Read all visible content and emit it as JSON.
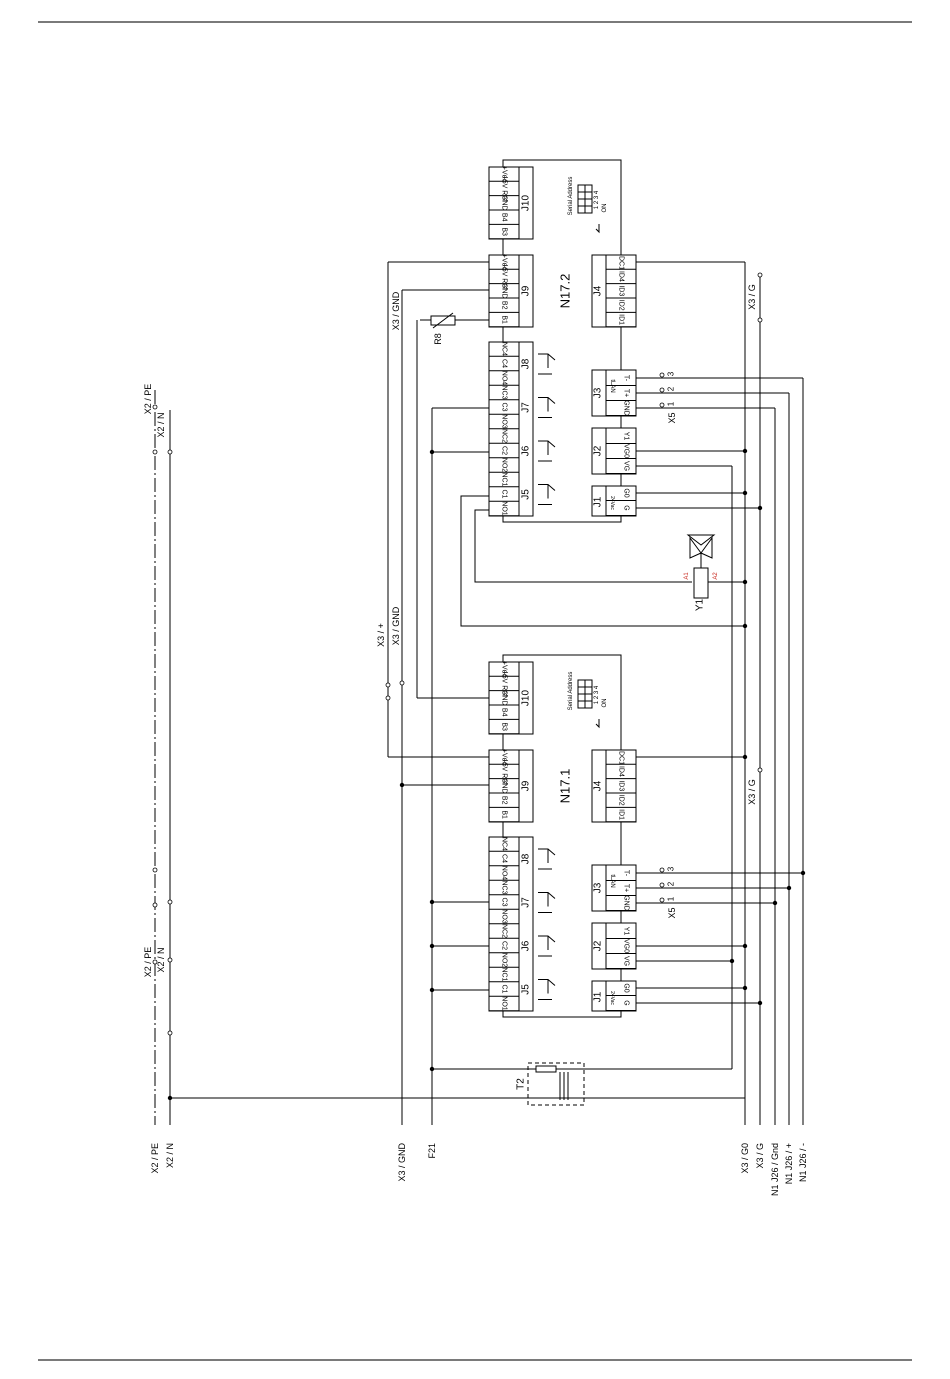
{
  "left_net_labels": [
    "X2 / PE",
    "X2 / N",
    "X3 / GND",
    "F21"
  ],
  "right_net_labels": [
    "X3 / G0",
    "X3 / G",
    "N1 J26 / Gnd",
    "N1 J26 / +",
    "N1 J26 / -"
  ],
  "net_tags": {
    "x2_pe": "X2 / PE",
    "x2_n": "X2 / N",
    "x3_gnd": "X3 / GND",
    "x3_plus": "X3 / +",
    "x3_g": "X3 / G"
  },
  "controllers": [
    {
      "name": "N17.2",
      "connectors": {
        "J10": "J10",
        "J9": "J9",
        "J8": "J8",
        "J7": "J7",
        "J6": "J6",
        "J5": "J5",
        "J4": "J4",
        "J3": "J3",
        "J2": "J2",
        "J1": "J1"
      },
      "j10_pins": [
        "+Vdc",
        "+5V Ref",
        "GND",
        "B4",
        "B3"
      ],
      "j9_pins": [
        "+Vdc",
        "+5V Ref",
        "GND",
        "B2",
        "B1"
      ],
      "relay_pins": [
        "NC4",
        "C4",
        "NO4",
        "NC3",
        "C3",
        "NO3",
        "NC2",
        "C2",
        "NO2",
        "NC1",
        "C1",
        "NO1"
      ],
      "j4_pins": [
        "IDC1",
        "ID4",
        "ID3",
        "ID2",
        "ID1"
      ],
      "j3_pins": [
        "T-",
        "T+",
        "GND"
      ],
      "j3_label": "tLAN",
      "j2_pins": [
        "Y1",
        "VG0",
        "VG"
      ],
      "j1_pins": [
        "G0",
        "G"
      ],
      "j1_label": "24Vac",
      "serial_address": "Serial Address",
      "dip_numbers": "1 2 3 4",
      "dip_on": "ON"
    },
    {
      "name": "N17.1",
      "connectors": {
        "J10": "J10",
        "J9": "J9",
        "J8": "J8",
        "J7": "J7",
        "J6": "J6",
        "J5": "J5",
        "J4": "J4",
        "J3": "J3",
        "J2": "J2",
        "J1": "J1"
      },
      "j10_pins": [
        "+Vdc",
        "+5V Ref",
        "GND",
        "B4",
        "B3"
      ],
      "j9_pins": [
        "+Vdc",
        "+5V Ref",
        "GND",
        "B2",
        "B1"
      ],
      "relay_pins": [
        "NC4",
        "C4",
        "NO4",
        "NC3",
        "C3",
        "NO3",
        "NC2",
        "C2",
        "NO2",
        "NC1",
        "C1",
        "NO1"
      ],
      "j4_pins": [
        "IDC1",
        "ID4",
        "ID3",
        "ID2",
        "ID1"
      ],
      "j3_pins": [
        "T-",
        "T+",
        "GND"
      ],
      "j3_label": "tLAN",
      "j2_pins": [
        "Y1",
        "VG0",
        "VG"
      ],
      "j1_pins": [
        "G0",
        "G"
      ],
      "j1_label": "24Vac",
      "serial_address": "Serial Address",
      "dip_numbers": "1 2 3 4",
      "dip_on": "ON"
    }
  ],
  "x5": {
    "label": "X5",
    "terminals": [
      "1",
      "2",
      "3"
    ]
  },
  "components": {
    "sensor": "R8",
    "valve": "Y1",
    "valve_pins": [
      "A1",
      "A2"
    ],
    "transformer": "T2"
  },
  "colors": {
    "line": "#000000",
    "rule": "#7a7a7a",
    "pin_marker": "#c8281e"
  }
}
